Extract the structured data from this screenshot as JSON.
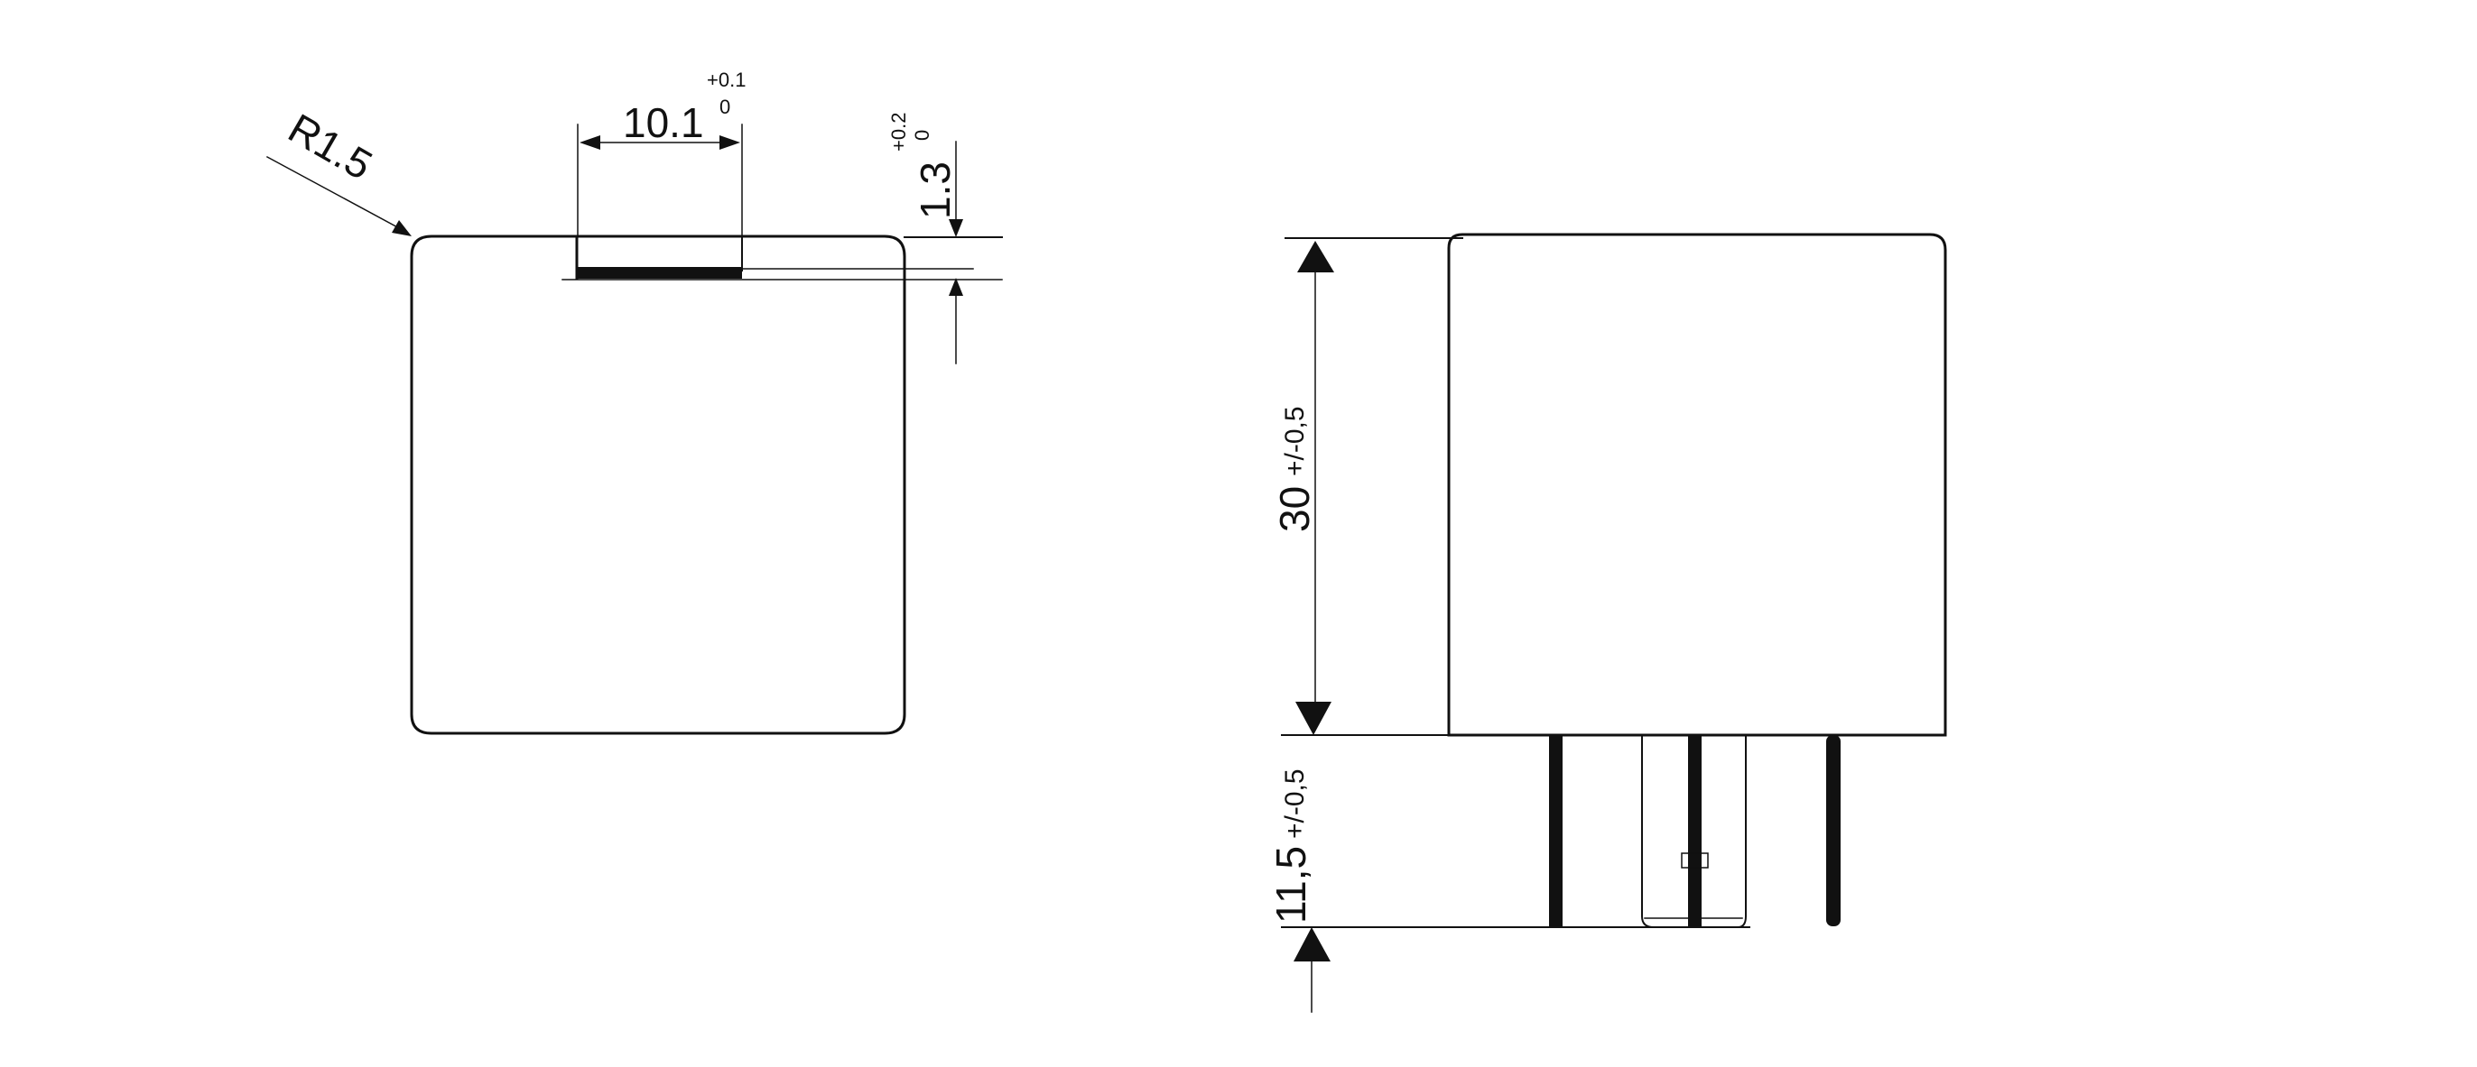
{
  "drawing": {
    "type": "technical dimension drawing (relay housing)",
    "line_color": "#111111",
    "background": "#ffffff"
  },
  "top_view": {
    "radius_label": "R1.5",
    "slot_width": {
      "value": "10.1",
      "tol_upper": "+0.1",
      "tol_lower": "0"
    },
    "slot_depth": {
      "value": "1.3",
      "tol_upper": "+0.2",
      "tol_lower": "0"
    }
  },
  "side_view": {
    "height": {
      "value": "30",
      "tolerance": "+/-0,5"
    },
    "pin_length": {
      "value": "11,5",
      "tolerance": "+/-0,5"
    },
    "pins": [
      "pin-1",
      "blade-terminal",
      "pin-3"
    ]
  }
}
